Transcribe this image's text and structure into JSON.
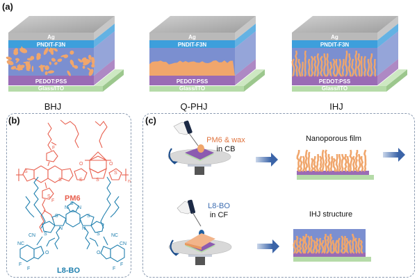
{
  "panels": {
    "a": {
      "label": "(a)",
      "layers": {
        "top": "Ag",
        "etl": "PNDIT-F3N",
        "htl": "PEDOT:PSS",
        "substrate": "Glass/ITO"
      },
      "devices": [
        {
          "name": "BHJ"
        },
        {
          "name": "Q-PHJ"
        },
        {
          "name": "IHJ"
        }
      ]
    },
    "b": {
      "label": "(b)",
      "molecules": {
        "donor": "PM6",
        "acceptor": "L8-BO"
      },
      "atoms": {
        "S": "S",
        "F": "F",
        "O": "O",
        "N": "N",
        "CN": "CN",
        "NC": "NC",
        "n": "n"
      }
    },
    "c": {
      "label": "(c)",
      "step1": {
        "solute": "PM6 & wax",
        "solvent": "in CB"
      },
      "step2": {
        "solute": "L8-BO",
        "solvent": "in CF"
      },
      "film1": "Nanoporous film",
      "film2": "IHJ structure"
    }
  },
  "colors": {
    "ag": "#b9b9b9",
    "etl": "#3d9fdc",
    "active_blue": "#7b8fd0",
    "active_orange": "#f0a66c",
    "pedot": "#9a6bb5",
    "glass": "#b5dba8",
    "pm6": "#e8604f",
    "l8bo": "#1f7fae",
    "arrow": "#3b64a8"
  }
}
